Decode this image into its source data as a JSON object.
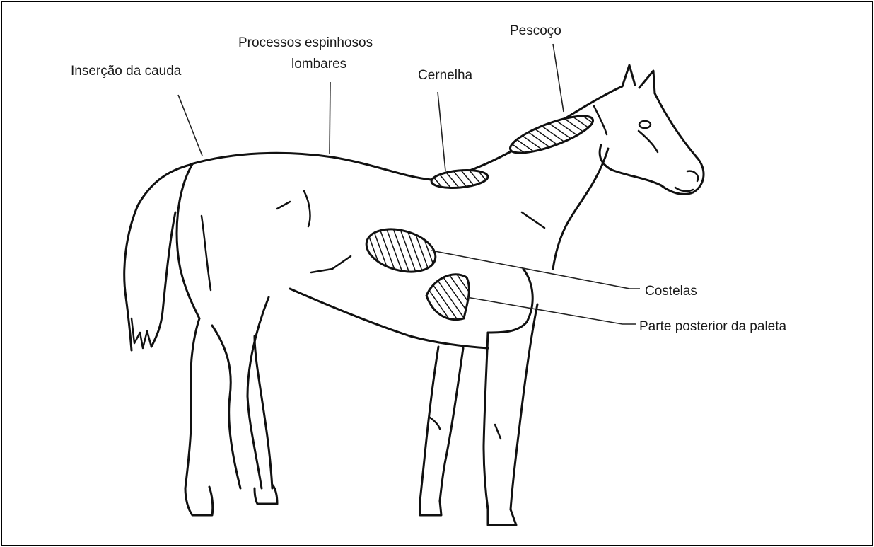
{
  "labels": {
    "tail_insertion": "Inserção da cauda",
    "lumbar_spines_line1": "Processos espinhosos",
    "lumbar_spines_line2": "lombares",
    "withers": "Cernelha",
    "neck": "Pescoço",
    "ribs": "Costelas",
    "shoulder_back": "Parte posterior da paleta"
  }
}
